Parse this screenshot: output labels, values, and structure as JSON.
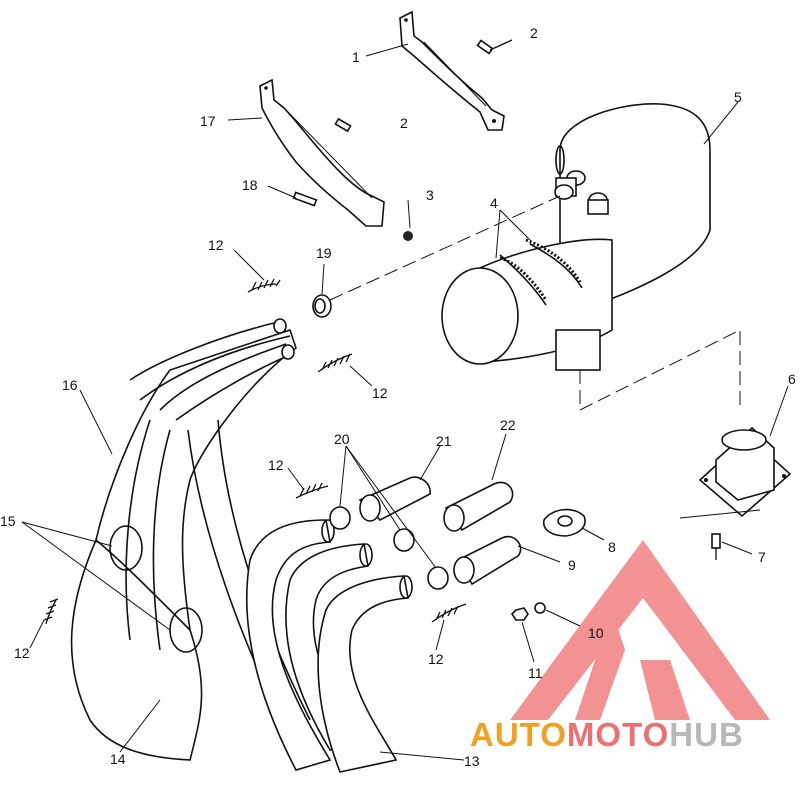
{
  "labels": {
    "l1": "1",
    "l2a": "2",
    "l2b": "2",
    "l3": "3",
    "l4": "4",
    "l5": "5",
    "l6": "6",
    "l7": "7",
    "l8": "8",
    "l9": "9",
    "l10": "10",
    "l11": "11",
    "l12a": "12",
    "l12b": "12",
    "l12c": "12",
    "l12d": "12",
    "l12e": "12",
    "l13": "13",
    "l14": "14",
    "l15": "15",
    "l16": "16",
    "l17": "17",
    "l18": "18",
    "l19": "19",
    "l20": "20",
    "l21": "21",
    "l22": "22"
  },
  "watermark": {
    "part1": "AUTO",
    "part2": "MOTO",
    "part3": "HUB",
    "colors": {
      "auto": "#f2a020",
      "moto": "#f07070",
      "hub": "#b8b8b8",
      "logo": "#f28080"
    }
  }
}
